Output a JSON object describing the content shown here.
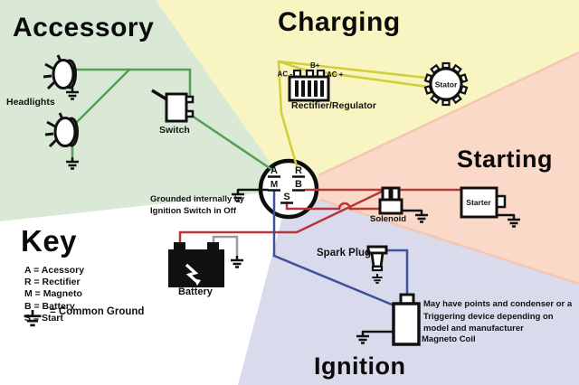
{
  "sections": {
    "accessory": "Accessory",
    "charging": "Charging",
    "starting": "Starting",
    "ignition": "Ignition"
  },
  "labels": {
    "headlights": "Headlights",
    "switch": "Switch",
    "rectifier": "Rectifier/Regulator",
    "stator": "Stator",
    "solenoid": "Solenoid",
    "starter": "Starter",
    "battery": "Battery",
    "spark_plug": "Spark Plug",
    "magneto_coil": "Magneto Coil"
  },
  "rectifier_terminals": {
    "ac_minus": "AC -",
    "b_plus": "B+",
    "ac_plus": "AC +"
  },
  "ignition_switch": {
    "a": "A",
    "r": "R",
    "m": "M",
    "b": "B",
    "s": "S"
  },
  "battery_symbols": {
    "plus": "+",
    "minus": "−"
  },
  "notes": {
    "grounded_line1": "Grounded internally by",
    "grounded_line2": "Ignition Switch in Off",
    "coil_line1": "May have points and condenser or a",
    "coil_line2": "Triggering device depending on",
    "coil_line3": "model and manufacturer"
  },
  "key": {
    "title": "Key",
    "items": [
      "A = Acessory",
      "R = Rectifier",
      "M = Magneto",
      "B = Battery",
      "S = Start"
    ],
    "ground_label": "= Common Ground"
  },
  "colors": {
    "bg_green": "#d9e9d5",
    "bg_yellow": "#f8f5c2",
    "bg_pink": "#fbd9c8",
    "bg_lavender": "#d9dbec",
    "accent_pink_edge": "#f3c7b1",
    "wire_green": "#55a055",
    "wire_yellow": "#d2cd39",
    "wire_red": "#b53737",
    "wire_blue": "#40509a",
    "wire_gray": "#9b9b9b",
    "ink": "#111111"
  }
}
